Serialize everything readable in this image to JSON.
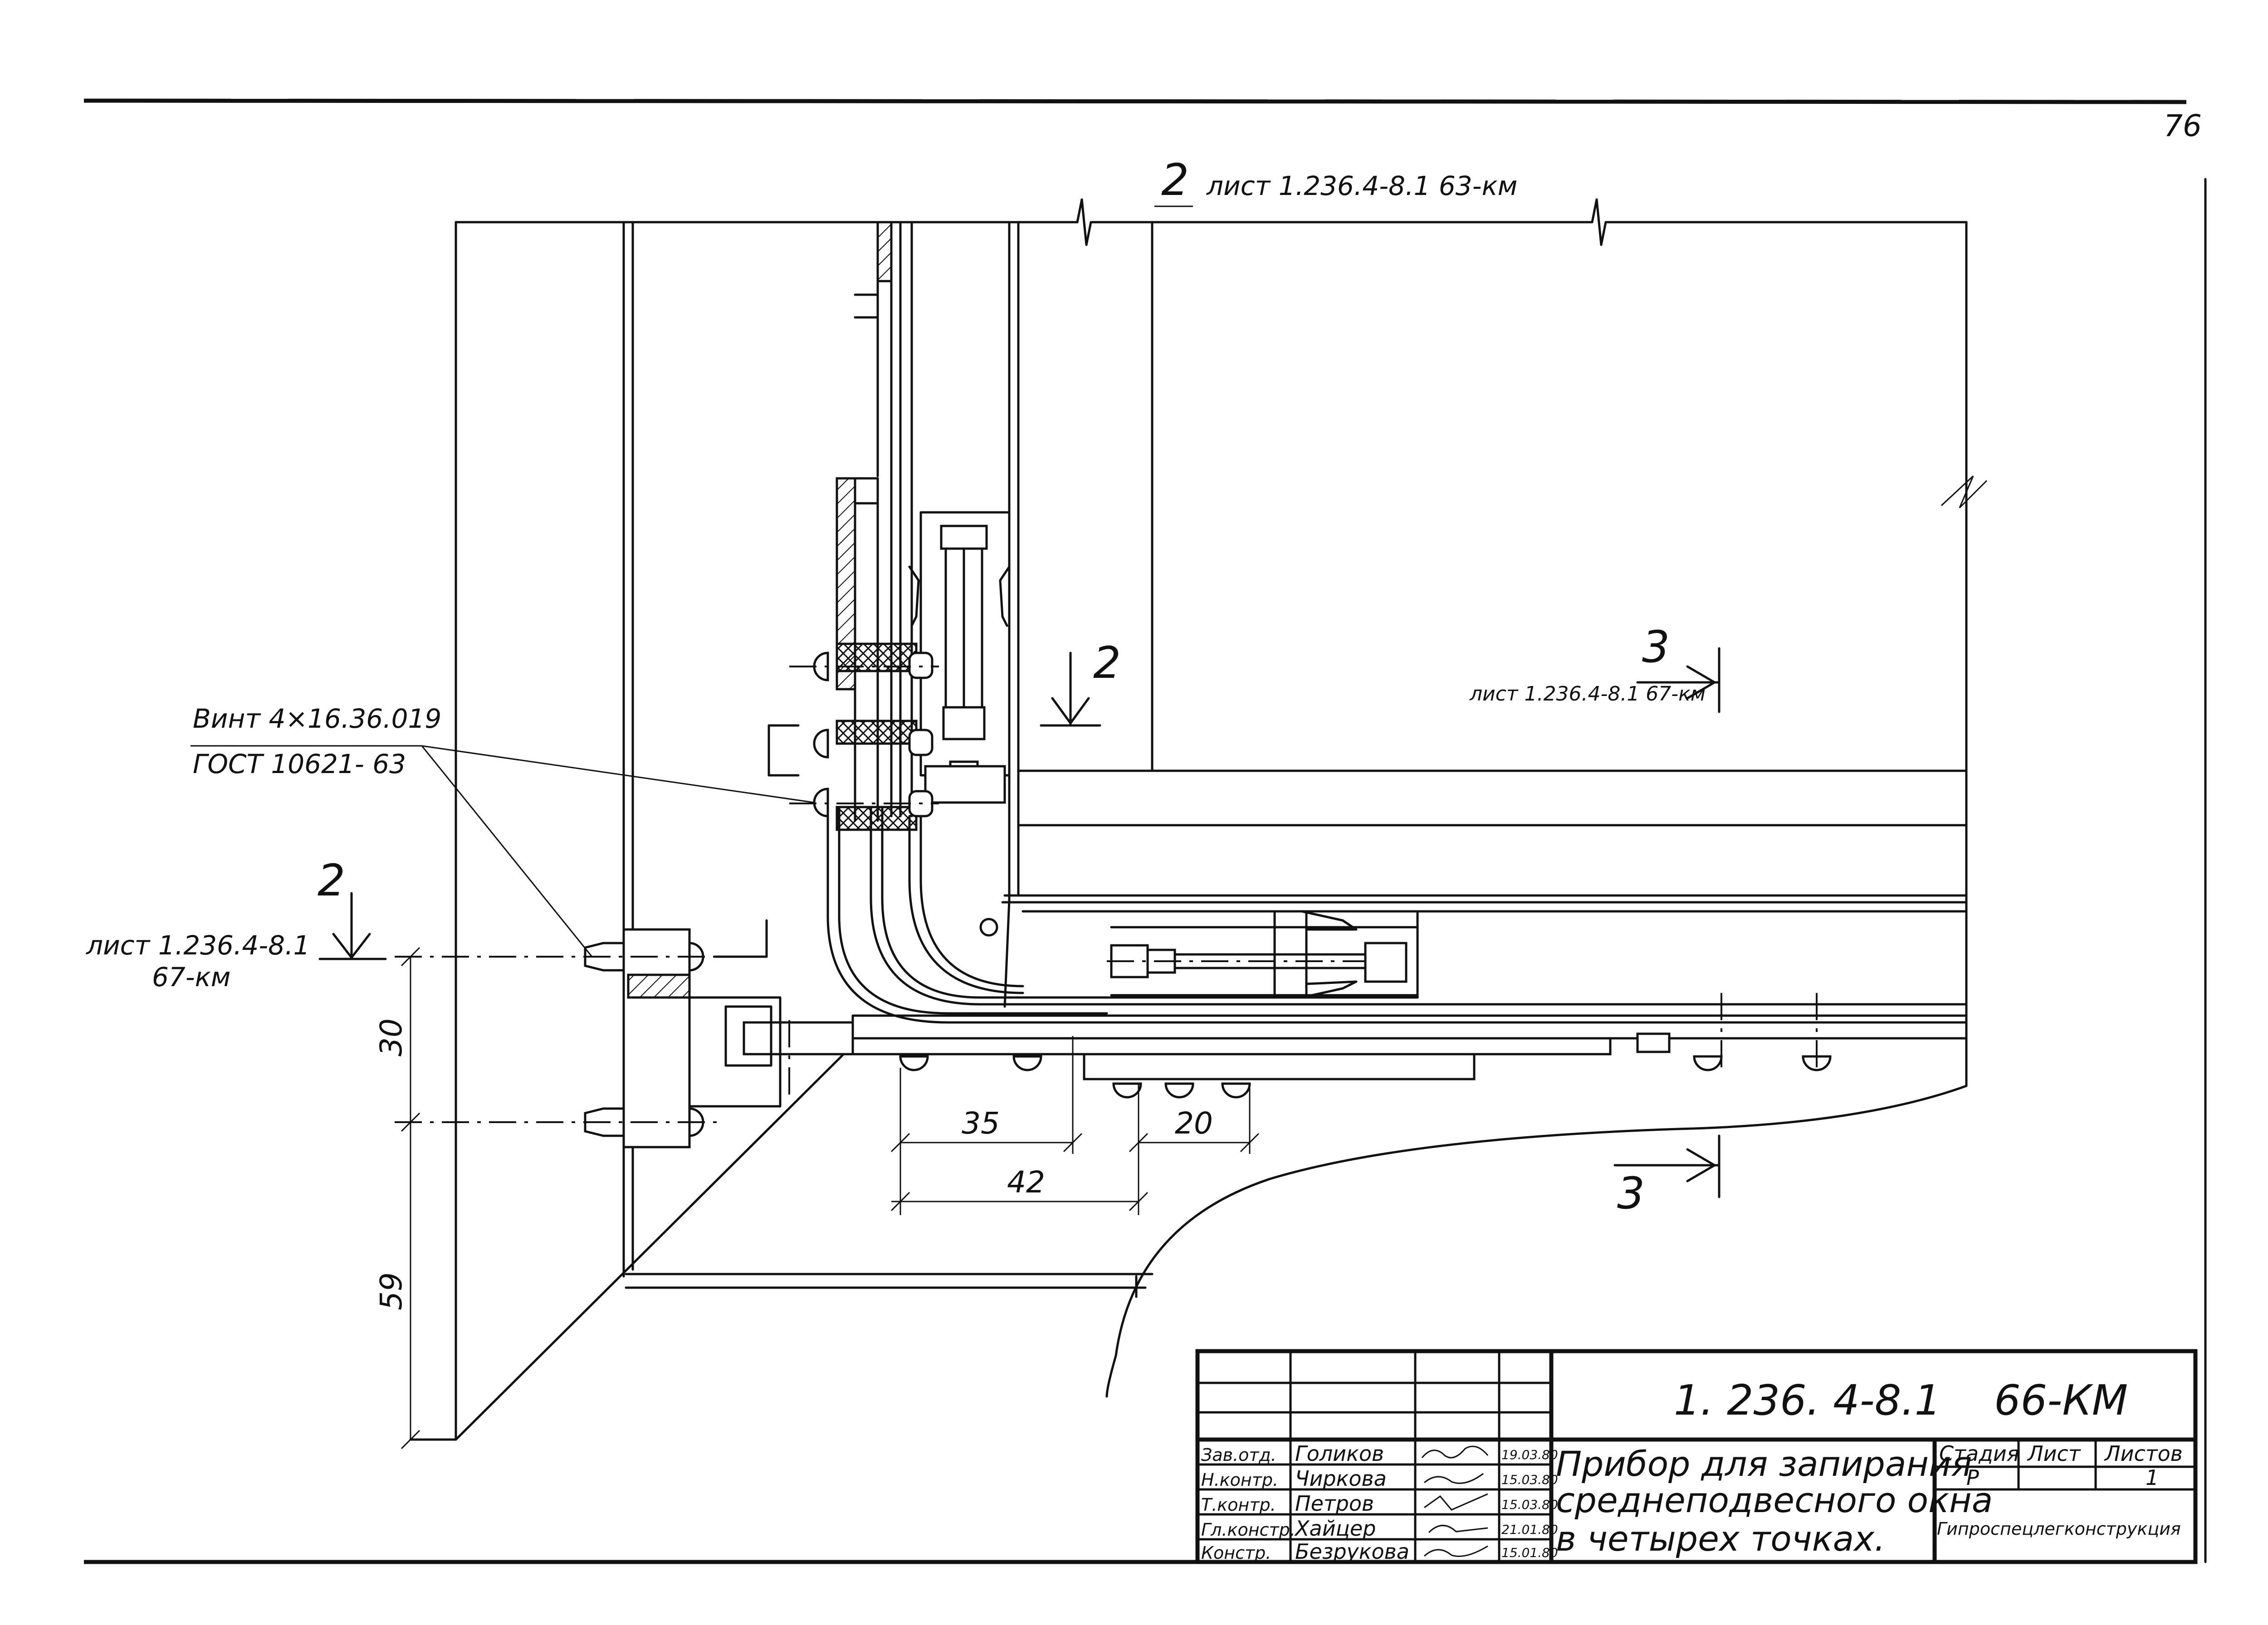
{
  "sheet_number": "76",
  "top_reference": {
    "label": "2",
    "text": "лист 1.236.4-8.1 63-км"
  },
  "section_3_top": {
    "label": "3",
    "text": "лист 1.236.4-8.1 67-км"
  },
  "section_3_bottom": {
    "label": "3"
  },
  "section_2_right": {
    "label": "2"
  },
  "section_2_left": {
    "label": "2",
    "line1": "лист 1.236.4-8.1",
    "line2": "67-км"
  },
  "callout_screw": {
    "line1": "Винт 4×16.36.019",
    "line2": "ГОСТ 10621- 63"
  },
  "dimensions": {
    "d30": "30",
    "d59": "59",
    "d35": "35",
    "d42": "42",
    "d20": "20"
  },
  "title_block": {
    "code": "1. 236. 4-8.1    66-КМ",
    "title_lines": [
      "Прибор для запирания",
      "средне­подвесного окна",
      "в четырех точках."
    ],
    "headers": {
      "stage": "Стадия",
      "sheet": "Лист",
      "sheets": "Листов"
    },
    "values": {
      "stage": "Р",
      "sheet": "",
      "sheets": "1"
    },
    "organization": "Гипроспецлегконструкция",
    "staff": [
      {
        "role": "Зав.отд.",
        "name": "Голиков",
        "date": "19.03.80"
      },
      {
        "role": "Н.контр.",
        "name": "Чиркова",
        "date": "15.03.80"
      },
      {
        "role": "Т.контр.",
        "name": "Петров",
        "date": "15.03.80"
      },
      {
        "role": "Гл.констр.",
        "name": "Хайцер",
        "date": "21.01.80"
      },
      {
        "role": "Констр.",
        "name": "Безрукова",
        "date": "15.01.80"
      }
    ]
  }
}
